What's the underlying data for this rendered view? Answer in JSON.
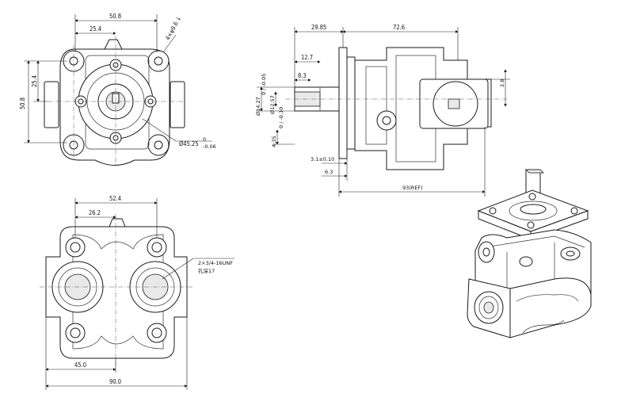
{
  "front_view": {
    "dim_width": "50.8",
    "dim_half_width": "25.4",
    "dim_bolt": "4×φ9.6 ↓",
    "dim_left_height": "25.4",
    "dim_total_height": "50.8",
    "dim_pilot": "Ø45.25",
    "dim_pilot_tol_upper": "0",
    "dim_pilot_tol_lower": "-0.06"
  },
  "side_view": {
    "dim_flange": "29.85",
    "dim_body": "72.6",
    "dim_shaft_key": "12.7",
    "dim_key": "8.3",
    "dim_shaft_dia": "Ø14.27",
    "dim_shaft_dia_tol": "0 / -0.05",
    "dim_shaft_inner": "Ø12.57",
    "dim_key_depth": "4.35",
    "dim_key_depth_tol": "0 / -0.10",
    "dim_top_right": "2.8",
    "dim_step": "3.1±0.10",
    "dim_shoulder": "6.3",
    "dim_total": "93(REF)"
  },
  "rear_view": {
    "dim_width": "52.4",
    "dim_half_width": "26.2",
    "port_note_line1": "2×3/4-16UNF",
    "port_note_line2": "孔深17",
    "dim_half_total": "45.0",
    "dim_total": "90.0"
  }
}
